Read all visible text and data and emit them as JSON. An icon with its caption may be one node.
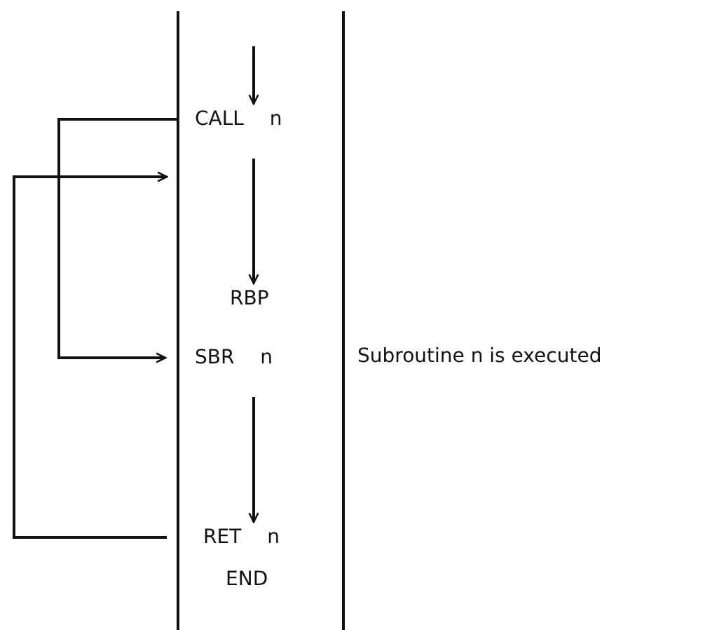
{
  "diagram": {
    "nodes": [
      {
        "text": [
          "CALL n"
        ]
      },
      {
        "text": [
          "RBP"
        ]
      },
      {
        "text": [
          "SBR n"
        ]
      },
      {
        "text": [
          "RET n"
        ]
      },
      {
        "text": [
          "END"
        ]
      }
    ],
    "edges": [
      {
        "from": null,
        "to": 0,
        "arrow": "to"
      },
      {
        "from": 0,
        "to": 1,
        "arrow": "to"
      },
      {
        "from": 0,
        "to": 2,
        "arrow": "to"
      },
      {
        "from": 2,
        "to": 3,
        "arrow": "to"
      },
      {
        "from": 3,
        "to": null,
        "arrow": "to"
      }
    ],
    "labels": [
      "Subroutine n is executed"
    ]
  }
}
